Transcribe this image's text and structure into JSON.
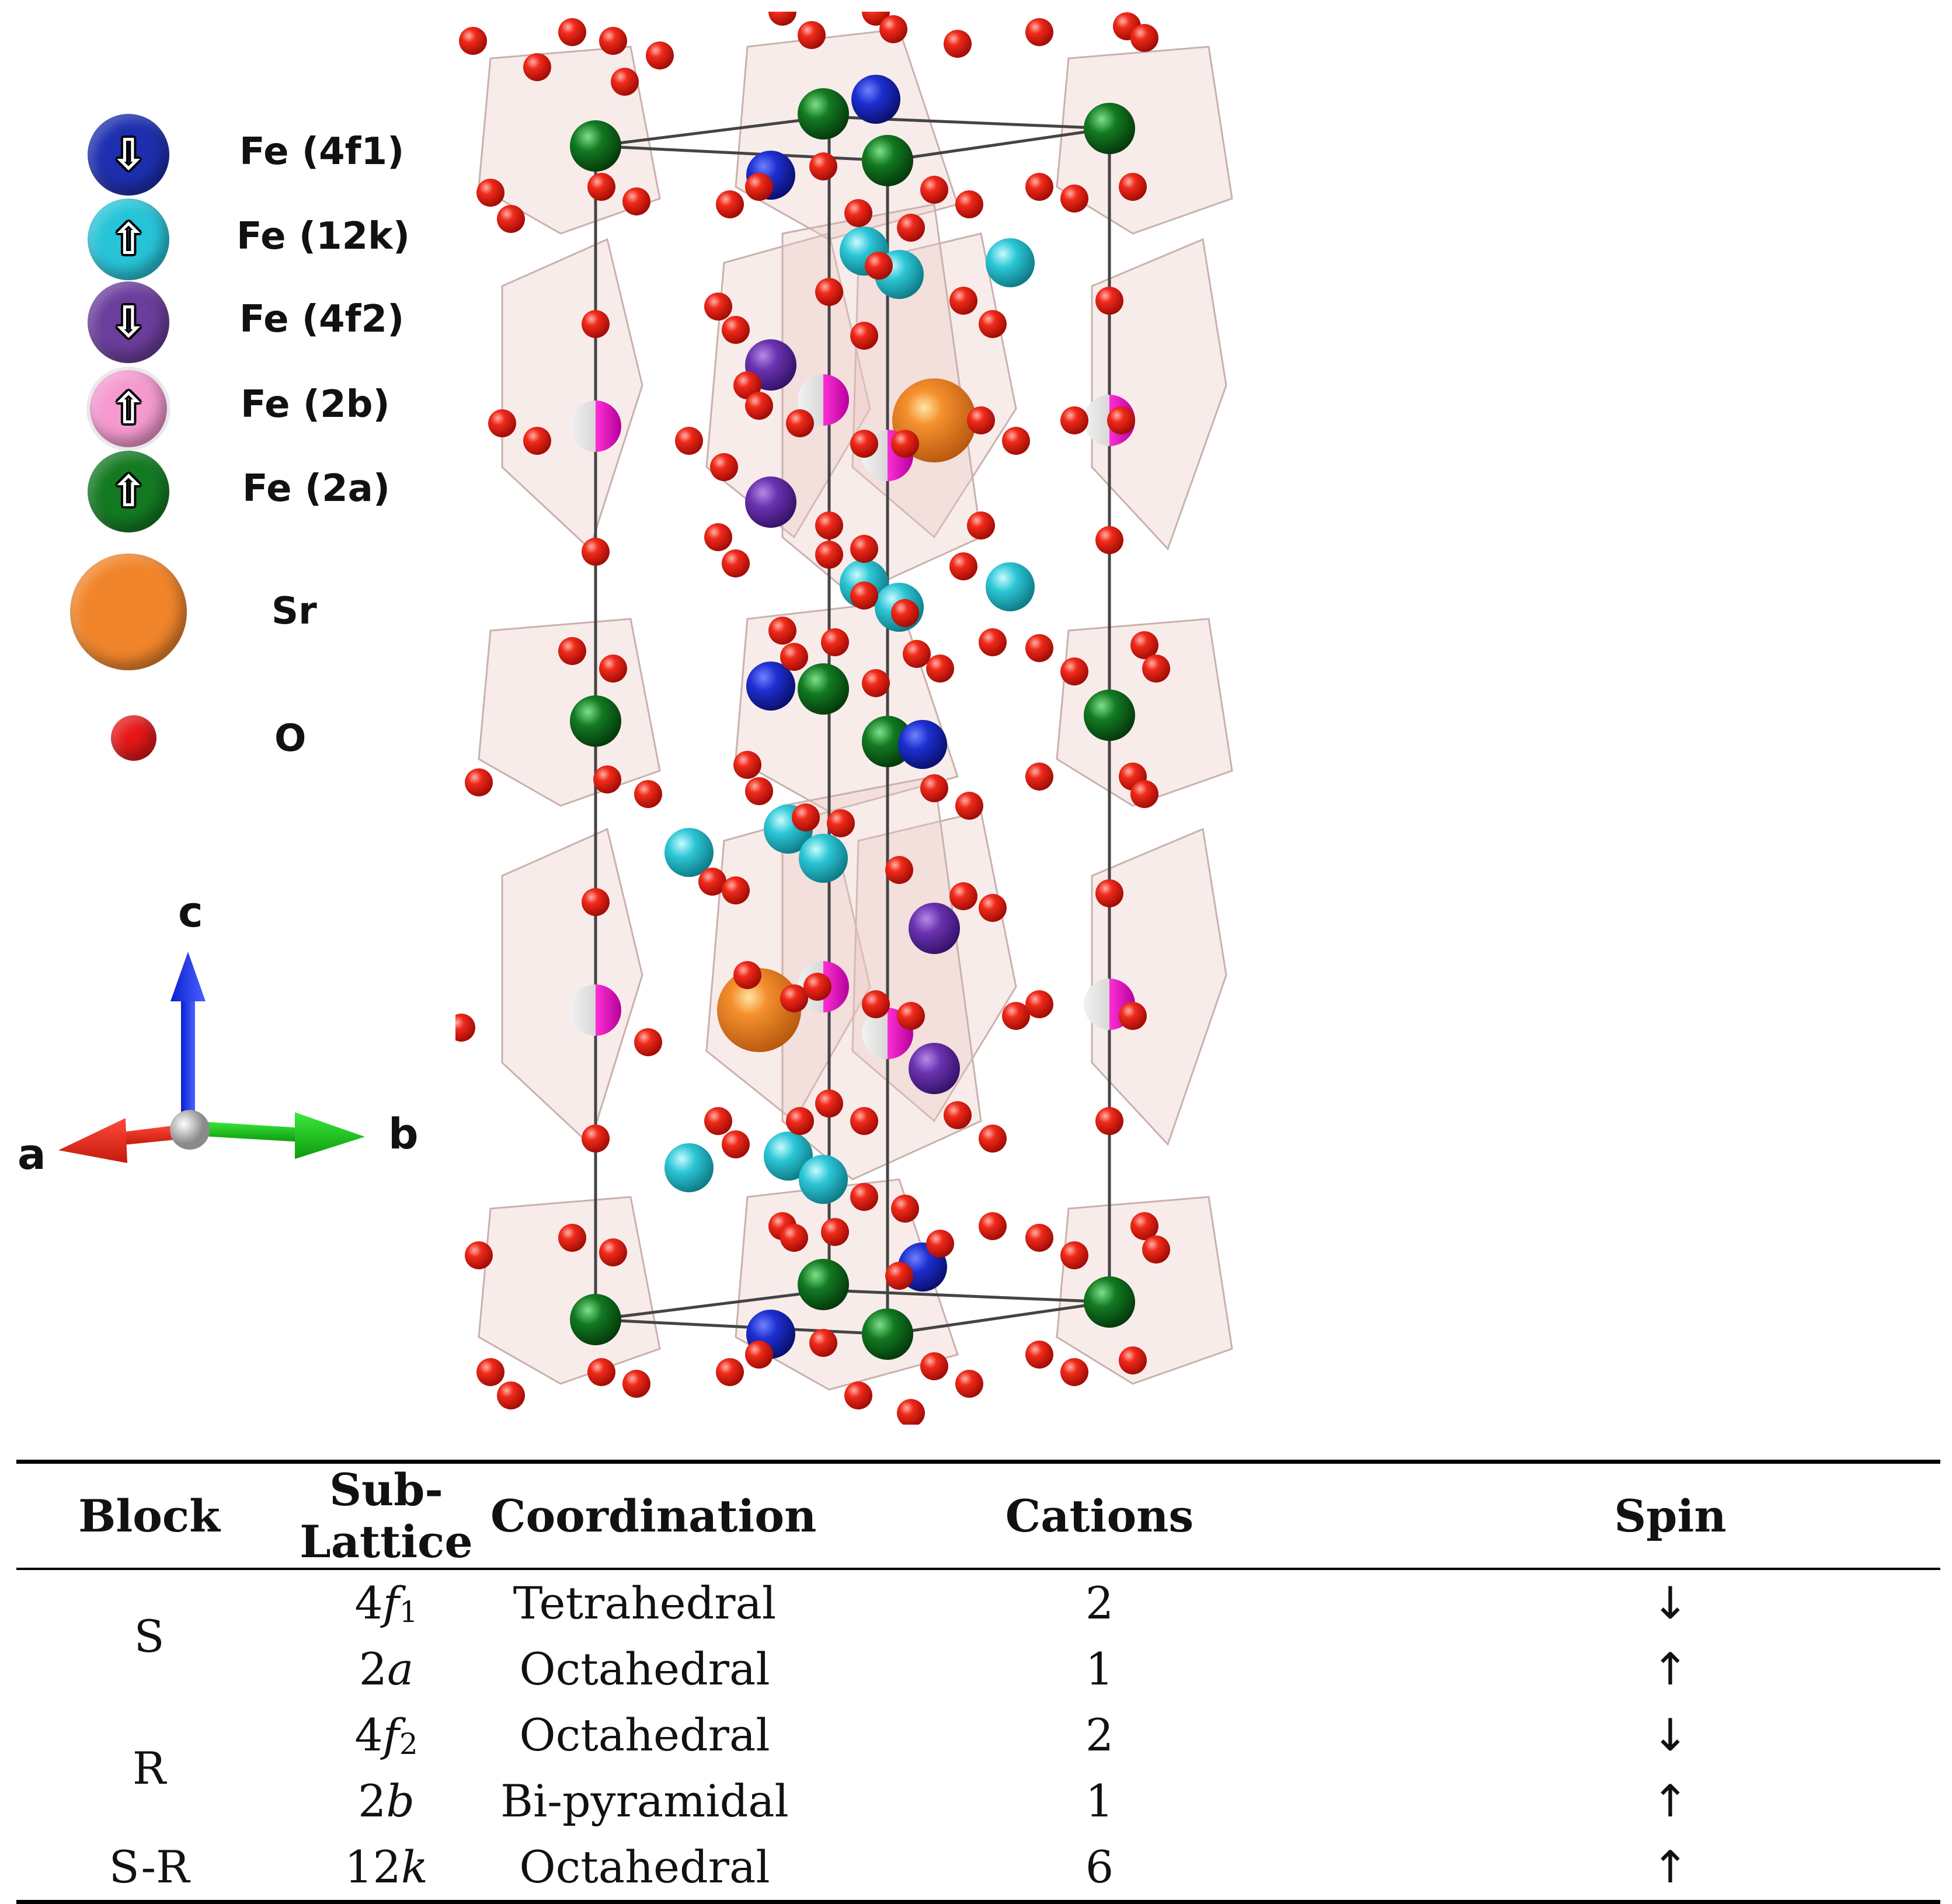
{
  "legend": [
    {
      "label": "Fe (4f1)",
      "color": "#1d2fae",
      "arrow": "⇩",
      "icon": "spin-down-arrow"
    },
    {
      "label": "Fe (12k)",
      "color": "#27c4d8",
      "arrow": "⇧",
      "icon": "spin-up-arrow"
    },
    {
      "label": "Fe (4f2)",
      "color": "#6b3d9c",
      "arrow": "⇩",
      "icon": "spin-down-arrow"
    },
    {
      "label": "Fe (2b)",
      "color": "#f59ad0",
      "arrow": "⇧",
      "icon": "spin-up-arrow"
    },
    {
      "label": "Fe (2a)",
      "color": "#137a22",
      "arrow": "⇧",
      "icon": "spin-up-arrow"
    },
    {
      "label": "Sr",
      "color": "#f0852b"
    },
    {
      "label": "O",
      "color": "#e81717"
    }
  ],
  "axes": {
    "c": "c",
    "a": "a",
    "b": "b"
  },
  "table": {
    "headers": [
      "Block",
      "Sub-Lattice",
      "Coordination",
      "Cations",
      "Spin"
    ],
    "blocks": [
      {
        "block": "S",
        "rows": [
          {
            "num": "4",
            "letter": "f",
            "idx": "1",
            "coordination": "Tetrahedral",
            "cations": "2",
            "spin": "↓"
          },
          {
            "num": "2",
            "letter": "a",
            "idx": "",
            "coordination": "Octahedral",
            "cations": "1",
            "spin": "↑"
          }
        ]
      },
      {
        "block": "R",
        "rows": [
          {
            "num": "4",
            "letter": "f",
            "idx": "2",
            "coordination": "Octahedral",
            "cations": "2",
            "spin": "↓"
          },
          {
            "num": "2",
            "letter": "b",
            "idx": "",
            "coordination": "Bi-pyramidal",
            "cations": "1",
            "spin": "↑"
          }
        ]
      },
      {
        "block": "S-R",
        "rows": [
          {
            "num": "12",
            "letter": "k",
            "idx": "",
            "coordination": "Octahedral",
            "cations": "6",
            "spin": "↑"
          }
        ]
      }
    ]
  },
  "atom_colors": {
    "O": "#e81717",
    "Fe_4f1": "#1d2fae",
    "Fe_12k": "#27c4d8",
    "Fe_4f2": "#6b3d9c",
    "Fe_2b": "#f59ad0",
    "Fe_2a": "#137a22",
    "Sr": "#f0852b",
    "polyhedra": "#ecc9c4",
    "cell_edge": "#444444"
  }
}
